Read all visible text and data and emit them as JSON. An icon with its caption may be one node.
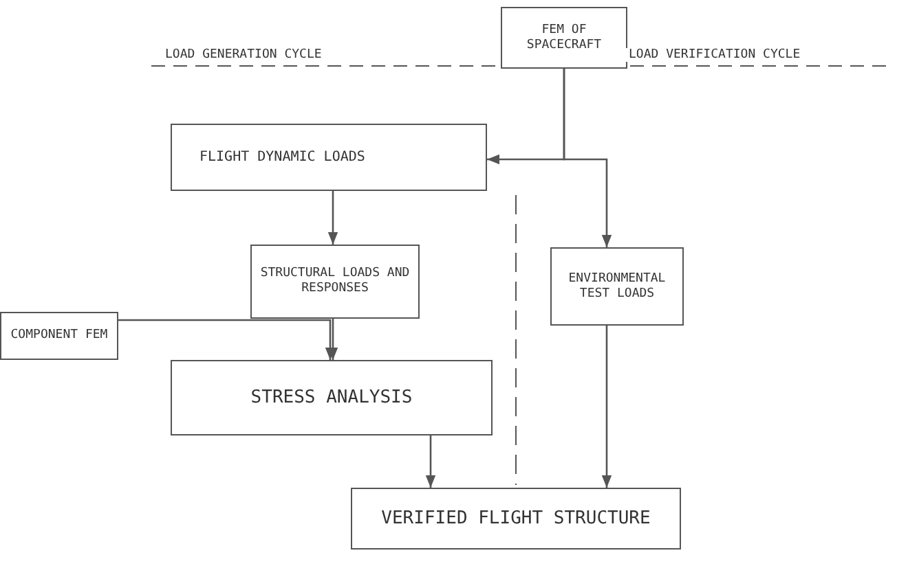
{
  "diagram": {
    "nodes": [
      {
        "text": [
          "FEM OF SPACECRAFT"
        ]
      },
      {
        "text": [
          "FLIGHT DYNAMIC LOADS"
        ]
      },
      {
        "text": [
          "STRUCTURAL LOADS AND RESPONSES"
        ]
      },
      {
        "text": [
          "ENVIRONMENTAL TEST LOADS"
        ]
      },
      {
        "text": [
          "COMPONENT FEM"
        ]
      },
      {
        "text": [
          "STRESS ANALYSIS"
        ]
      },
      {
        "text": [
          "VERIFIED FLIGHT STRUCTURE"
        ]
      }
    ],
    "edges": [
      {
        "from": 0,
        "to": 1,
        "arrow": "to"
      },
      {
        "from": 0,
        "to": 3,
        "arrow": "to"
      },
      {
        "from": 1,
        "to": 2,
        "arrow": "to"
      },
      {
        "from": 2,
        "to": 5,
        "arrow": "to"
      },
      {
        "from": 4,
        "to": 5,
        "arrow": "to"
      },
      {
        "from": 5,
        "to": 6,
        "arrow": "to"
      },
      {
        "from": 3,
        "to": 6,
        "arrow": "to"
      }
    ],
    "labels": [
      "LOAD GENERATION CYCLE",
      "LOAD VERIFICATION CYCLE"
    ]
  }
}
